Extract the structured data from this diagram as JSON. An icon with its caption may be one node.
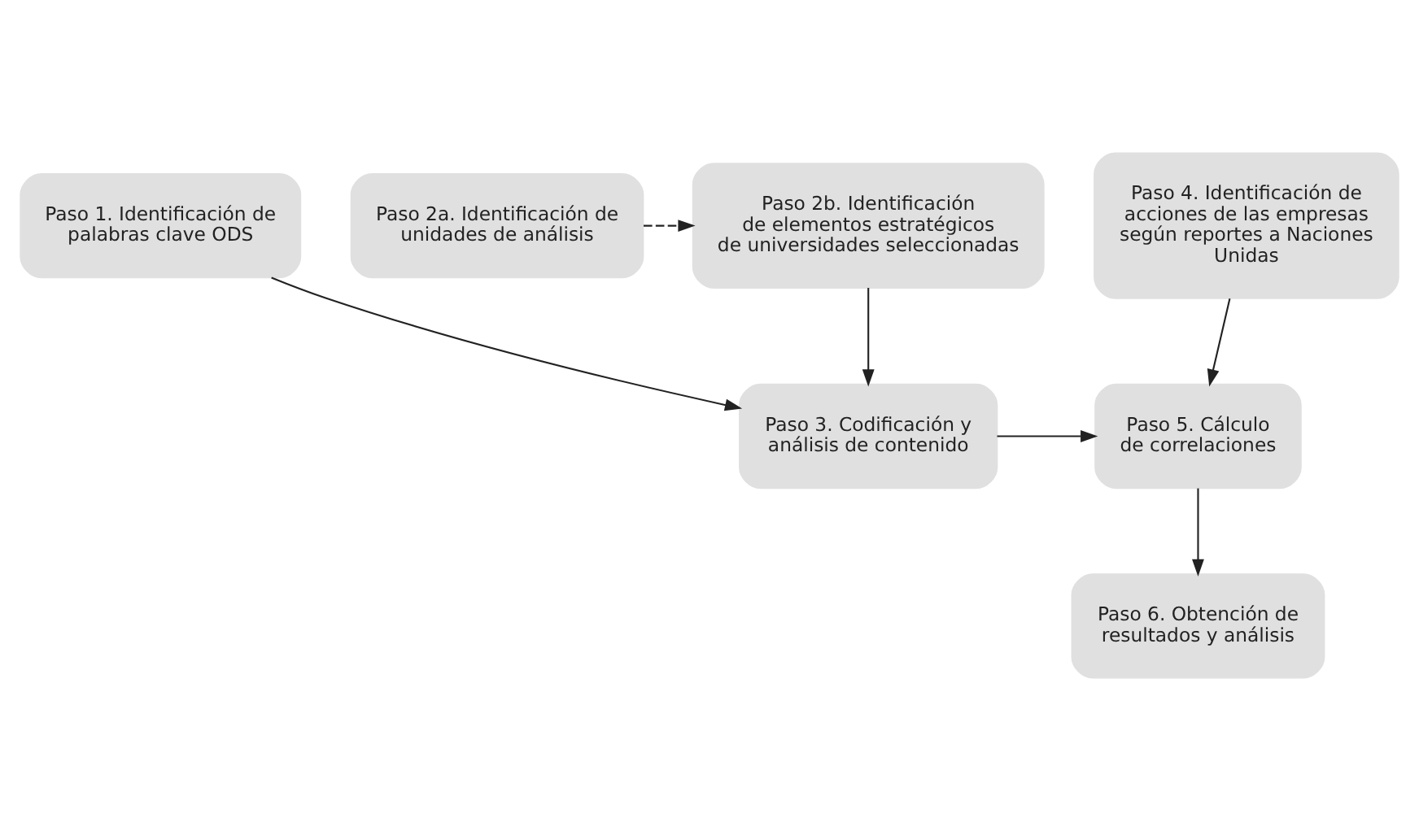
{
  "diagram": {
    "nodes": [
      {
        "text": [
          "Paso 1. Identificación de palabras clave ODS"
        ]
      },
      {
        "text": [
          "Paso 2a. Identificación de unidades de análisis"
        ]
      },
      {
        "text": [
          "Paso 2b. Identificación de elementos estratégicos de universidades seleccionadas"
        ]
      },
      {
        "text": [
          "Paso 4. Identificación de acciones de las empresas según reportes a Naciones Unidas"
        ]
      },
      {
        "text": [
          "Paso 3. Codificación y análisis de contenido"
        ]
      },
      {
        "text": [
          "Paso 5. Cálculo de correlaciones"
        ]
      },
      {
        "text": [
          "Paso 6. Obtención de resultados y análisis"
        ]
      }
    ],
    "edges": [
      {
        "from": 1,
        "to": 2,
        "arrow": "to",
        "style": "dashed"
      },
      {
        "from": 0,
        "to": 4,
        "arrow": "to"
      },
      {
        "from": 2,
        "to": 4,
        "arrow": "to"
      },
      {
        "from": 4,
        "to": 5,
        "arrow": "to"
      },
      {
        "from": 3,
        "to": 5,
        "arrow": "to"
      },
      {
        "from": 5,
        "to": 6,
        "arrow": "to"
      }
    ]
  }
}
